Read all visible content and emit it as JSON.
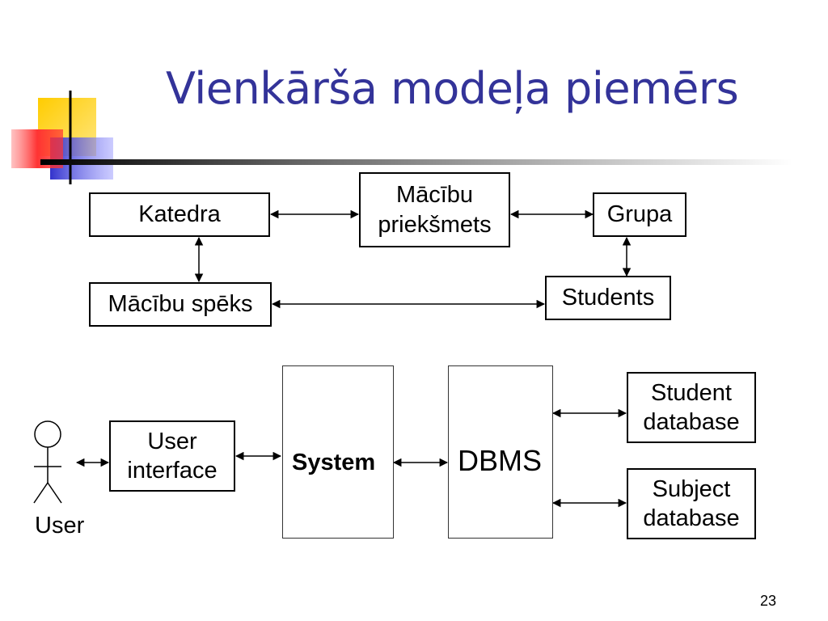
{
  "slide": {
    "title": "Vienkārša modeļa piemērs",
    "page_number": "23"
  },
  "entity_diagram": {
    "boxes": {
      "katedra": "Katedra",
      "macibu_prieksmets_line1": "Mācību",
      "macibu_prieksmets_line2": "priekšmets",
      "grupa": "Grupa",
      "macibu_speks": "Mācību spēks",
      "students": "Students"
    }
  },
  "system_diagram": {
    "user_label": "User",
    "user_interface_line1": "User",
    "user_interface_line2": "interface",
    "system_label": "System",
    "dbms_label": "DBMS",
    "student_db_line1": "Student",
    "student_db_line2": "database",
    "subject_db_line1": "Subject",
    "subject_db_line2": "database"
  },
  "colors": {
    "title": "#333399",
    "decor_yellow": "#ffcc00",
    "decor_red": "#ff3333",
    "decor_blue": "#3333cc",
    "lines": "#000000"
  }
}
